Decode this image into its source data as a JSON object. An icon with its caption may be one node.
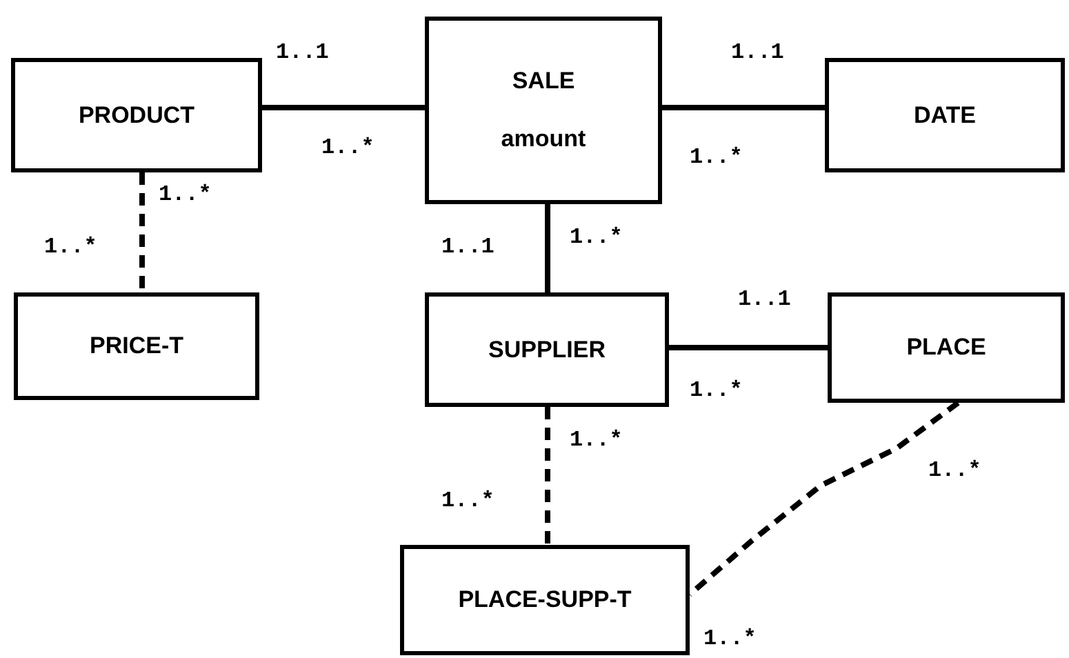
{
  "diagram": {
    "nodes": [
      {
        "text": [
          "PRODUCT"
        ]
      },
      {
        "text": [
          "SALE",
          "amount"
        ]
      },
      {
        "text": [
          "DATE"
        ]
      },
      {
        "text": [
          "PRICE-T"
        ]
      },
      {
        "text": [
          "SUPPLIER"
        ]
      },
      {
        "text": [
          "PLACE"
        ]
      },
      {
        "text": [
          "PLACE-SUPP-T"
        ]
      }
    ],
    "edges": [
      {
        "from": 0,
        "to": 1,
        "arrow": "none"
      },
      {
        "from": 1,
        "to": 2,
        "arrow": "none"
      },
      {
        "from": 0,
        "to": 3,
        "arrow": "none",
        "style": "dashed"
      },
      {
        "from": 1,
        "to": 4,
        "arrow": "none"
      },
      {
        "from": 4,
        "to": 5,
        "arrow": "none"
      },
      {
        "from": 4,
        "to": 6,
        "arrow": "none",
        "style": "dashed"
      },
      {
        "from": 5,
        "to": 6,
        "arrow": "none",
        "style": "dashed"
      }
    ],
    "labels": [
      "1..1",
      "1..1",
      "1..*",
      "1..*",
      "1..*",
      "1..*",
      "1..*",
      "1..1",
      "1..1",
      "1..*",
      "1..*",
      "1..*",
      "1..*",
      "1..*"
    ]
  }
}
